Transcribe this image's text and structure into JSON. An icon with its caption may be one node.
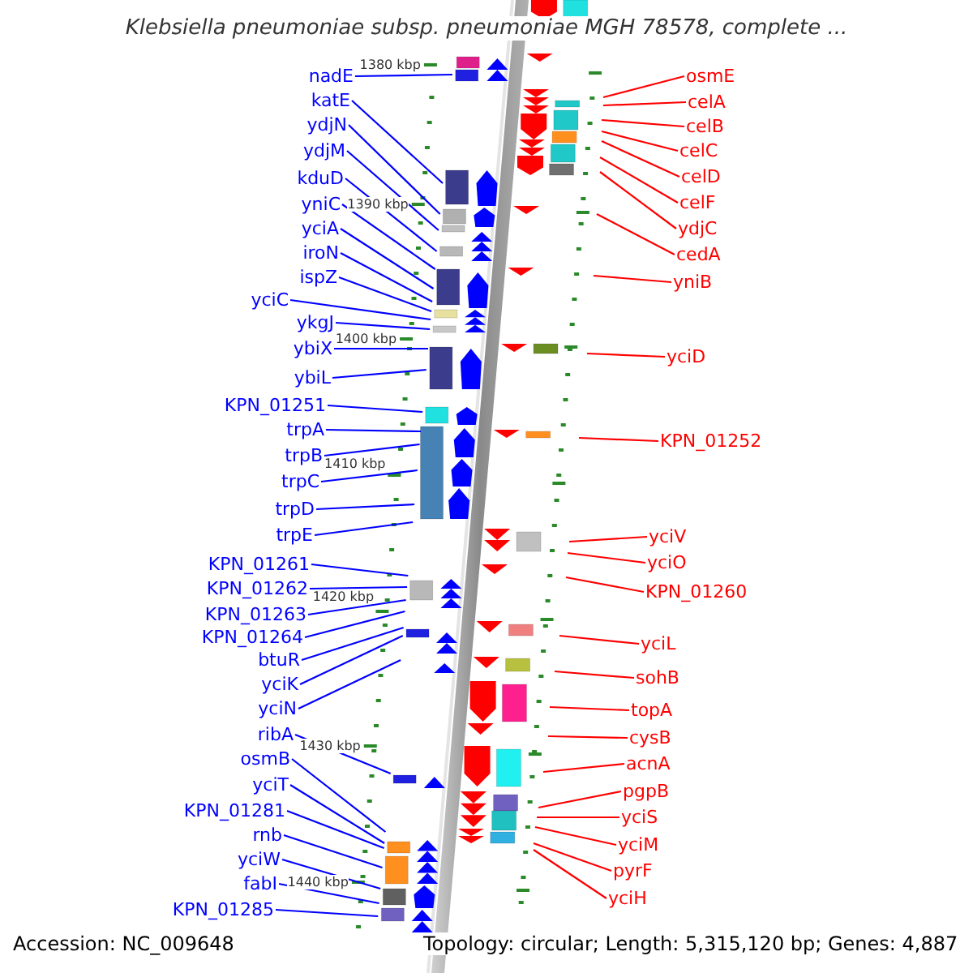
{
  "diagram": {
    "title": "Klebsiella pneumoniae subsp. pneumoniae MGH 78578, complete ...",
    "nodes": [
      {
        "text": [
          "nadE"
        ]
      },
      {
        "text": [
          "katE"
        ]
      },
      {
        "text": [
          "ydjN"
        ]
      },
      {
        "text": [
          "ydjM"
        ]
      },
      {
        "text": [
          "kduD"
        ]
      },
      {
        "text": [
          "yniC"
        ]
      },
      {
        "text": [
          "yciA"
        ]
      },
      {
        "text": [
          "iroN"
        ]
      },
      {
        "text": [
          "ispZ"
        ]
      },
      {
        "text": [
          "yciC"
        ]
      },
      {
        "text": [
          "ykgJ"
        ]
      },
      {
        "text": [
          "ybiX"
        ]
      },
      {
        "text": [
          "ybiL"
        ]
      },
      {
        "text": [
          "KPN_01251"
        ]
      },
      {
        "text": [
          "trpA"
        ]
      },
      {
        "text": [
          "trpB"
        ]
      },
      {
        "text": [
          "trpC"
        ]
      },
      {
        "text": [
          "trpD"
        ]
      },
      {
        "text": [
          "trpE"
        ]
      },
      {
        "text": [
          "KPN_01261"
        ]
      },
      {
        "text": [
          "KPN_01262"
        ]
      },
      {
        "text": [
          "KPN_01263"
        ]
      },
      {
        "text": [
          "KPN_01264"
        ]
      },
      {
        "text": [
          "btuR"
        ]
      },
      {
        "text": [
          "yciK"
        ]
      },
      {
        "text": [
          "yciN"
        ]
      },
      {
        "text": [
          "ribA"
        ]
      },
      {
        "text": [
          "osmB"
        ]
      },
      {
        "text": [
          "yciT"
        ]
      },
      {
        "text": [
          "KPN_01281"
        ]
      },
      {
        "text": [
          "rnb"
        ]
      },
      {
        "text": [
          "yciW"
        ]
      },
      {
        "text": [
          "fabI"
        ]
      },
      {
        "text": [
          "KPN_01285"
        ]
      },
      {
        "text": [
          "osmE"
        ]
      },
      {
        "text": [
          "celA"
        ]
      },
      {
        "text": [
          "celB"
        ]
      },
      {
        "text": [
          "celC"
        ]
      },
      {
        "text": [
          "celD"
        ]
      },
      {
        "text": [
          "celF"
        ]
      },
      {
        "text": [
          "ydjC"
        ]
      },
      {
        "text": [
          "cedA"
        ]
      },
      {
        "text": [
          "yniB"
        ]
      },
      {
        "text": [
          "yciD"
        ]
      },
      {
        "text": [
          "KPN_01252"
        ]
      },
      {
        "text": [
          "yciV"
        ]
      },
      {
        "text": [
          "yciO"
        ]
      },
      {
        "text": [
          "KPN_01260"
        ]
      },
      {
        "text": [
          "yciL"
        ]
      },
      {
        "text": [
          "sohB"
        ]
      },
      {
        "text": [
          "topA"
        ]
      },
      {
        "text": [
          "cysB"
        ]
      },
      {
        "text": [
          "acnA"
        ]
      },
      {
        "text": [
          "pgpB"
        ]
      },
      {
        "text": [
          "yciS"
        ]
      },
      {
        "text": [
          "yciM"
        ]
      },
      {
        "text": [
          "pyrF"
        ]
      },
      {
        "text": [
          "yciH"
        ]
      }
    ],
    "edges": [
      {
        "from": 0,
        "to": null,
        "arrow": "none",
        "color": "#0000ff"
      },
      {
        "from": 1,
        "to": null,
        "arrow": "none",
        "color": "#0000ff"
      },
      {
        "from": 2,
        "to": null,
        "arrow": "none",
        "color": "#0000ff"
      },
      {
        "from": 3,
        "to": null,
        "arrow": "none",
        "color": "#0000ff"
      },
      {
        "from": 4,
        "to": null,
        "arrow": "none",
        "color": "#0000ff"
      },
      {
        "from": 5,
        "to": null,
        "arrow": "none",
        "color": "#0000ff"
      },
      {
        "from": 6,
        "to": null,
        "arrow": "none",
        "color": "#0000ff"
      },
      {
        "from": 7,
        "to": null,
        "arrow": "none",
        "color": "#0000ff"
      },
      {
        "from": 8,
        "to": null,
        "arrow": "none",
        "color": "#0000ff"
      },
      {
        "from": 9,
        "to": null,
        "arrow": "none",
        "color": "#0000ff"
      },
      {
        "from": 10,
        "to": null,
        "arrow": "none",
        "color": "#0000ff"
      },
      {
        "from": 11,
        "to": null,
        "arrow": "none",
        "color": "#0000ff"
      },
      {
        "from": 12,
        "to": null,
        "arrow": "none",
        "color": "#0000ff"
      },
      {
        "from": 13,
        "to": null,
        "arrow": "none",
        "color": "#0000ff"
      },
      {
        "from": 14,
        "to": null,
        "arrow": "none",
        "color": "#0000ff"
      },
      {
        "from": 15,
        "to": null,
        "arrow": "none",
        "color": "#0000ff"
      },
      {
        "from": 16,
        "to": null,
        "arrow": "none",
        "color": "#0000ff"
      },
      {
        "from": 17,
        "to": null,
        "arrow": "none",
        "color": "#0000ff"
      },
      {
        "from": 18,
        "to": null,
        "arrow": "none",
        "color": "#0000ff"
      },
      {
        "from": 19,
        "to": null,
        "arrow": "none",
        "color": "#0000ff"
      },
      {
        "from": 20,
        "to": null,
        "arrow": "none",
        "color": "#0000ff"
      },
      {
        "from": 21,
        "to": null,
        "arrow": "none",
        "color": "#0000ff"
      },
      {
        "from": 22,
        "to": null,
        "arrow": "none",
        "color": "#0000ff"
      },
      {
        "from": 23,
        "to": null,
        "arrow": "none",
        "color": "#0000ff"
      },
      {
        "from": 24,
        "to": null,
        "arrow": "none",
        "color": "#0000ff"
      },
      {
        "from": 25,
        "to": null,
        "arrow": "none",
        "color": "#0000ff"
      },
      {
        "from": 26,
        "to": null,
        "arrow": "none",
        "color": "#0000ff"
      },
      {
        "from": 27,
        "to": null,
        "arrow": "none",
        "color": "#0000ff"
      },
      {
        "from": 28,
        "to": null,
        "arrow": "none",
        "color": "#0000ff"
      },
      {
        "from": 29,
        "to": null,
        "arrow": "none",
        "color": "#0000ff"
      },
      {
        "from": 30,
        "to": null,
        "arrow": "none",
        "color": "#0000ff"
      },
      {
        "from": 31,
        "to": null,
        "arrow": "none",
        "color": "#0000ff"
      },
      {
        "from": 32,
        "to": null,
        "arrow": "none",
        "color": "#0000ff"
      },
      {
        "from": 33,
        "to": null,
        "arrow": "none",
        "color": "#0000ff"
      },
      {
        "from": 34,
        "to": null,
        "arrow": "none",
        "color": "#ff0000"
      },
      {
        "from": 35,
        "to": null,
        "arrow": "none",
        "color": "#ff0000"
      },
      {
        "from": 36,
        "to": null,
        "arrow": "none",
        "color": "#ff0000"
      },
      {
        "from": 37,
        "to": null,
        "arrow": "none",
        "color": "#ff0000"
      },
      {
        "from": 38,
        "to": null,
        "arrow": "none",
        "color": "#ff0000"
      },
      {
        "from": 39,
        "to": null,
        "arrow": "none",
        "color": "#ff0000"
      },
      {
        "from": 40,
        "to": null,
        "arrow": "none",
        "color": "#ff0000"
      },
      {
        "from": 41,
        "to": null,
        "arrow": "none",
        "color": "#ff0000"
      },
      {
        "from": 42,
        "to": null,
        "arrow": "none",
        "color": "#ff0000"
      },
      {
        "from": 43,
        "to": null,
        "arrow": "none",
        "color": "#ff0000"
      },
      {
        "from": 44,
        "to": null,
        "arrow": "none",
        "color": "#ff0000"
      },
      {
        "from": 45,
        "to": null,
        "arrow": "none",
        "color": "#ff0000"
      },
      {
        "from": 46,
        "to": null,
        "arrow": "none",
        "color": "#ff0000"
      },
      {
        "from": 47,
        "to": null,
        "arrow": "none",
        "color": "#ff0000"
      },
      {
        "from": 48,
        "to": null,
        "arrow": "none",
        "color": "#ff0000"
      },
      {
        "from": 49,
        "to": null,
        "arrow": "none",
        "color": "#ff0000"
      },
      {
        "from": 50,
        "to": null,
        "arrow": "none",
        "color": "#ff0000"
      },
      {
        "from": 51,
        "to": null,
        "arrow": "none",
        "color": "#ff0000"
      },
      {
        "from": 52,
        "to": null,
        "arrow": "none",
        "color": "#ff0000"
      },
      {
        "from": 53,
        "to": null,
        "arrow": "none",
        "color": "#ff0000"
      },
      {
        "from": 54,
        "to": null,
        "arrow": "none",
        "color": "#ff0000"
      },
      {
        "from": 55,
        "to": null,
        "arrow": "none",
        "color": "#ff0000"
      },
      {
        "from": 56,
        "to": null,
        "arrow": "none",
        "color": "#ff0000"
      },
      {
        "from": 57,
        "to": null,
        "arrow": "none",
        "color": "#ff0000"
      }
    ],
    "labels": [
      "1380 kbp",
      "1390 kbp",
      "1400 kbp",
      "1410 kbp",
      "1420 kbp",
      "1430 kbp",
      "1440 kbp",
      "Accession: NC_009648",
      "Topology: circular; Length: 5,315,120 bp; Genes: 4,887"
    ]
  }
}
